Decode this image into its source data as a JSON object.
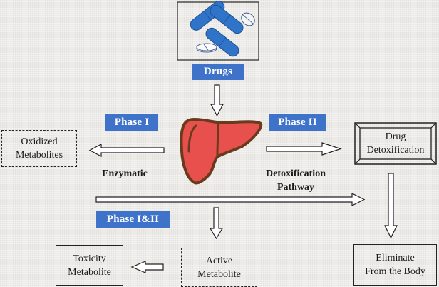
{
  "title": "Drug metabolism in the liver",
  "colors": {
    "label_bg": "#3f72c9",
    "liver_fill": "#e8504e",
    "liver_outline": "#6b3a1c",
    "pill_blue": "#2f74c9"
  },
  "nodes": {
    "drugs_image": {
      "icon": "pills-icon"
    },
    "liver": {
      "icon": "liver-icon"
    },
    "oxidized_metabolites": {
      "text": "Oxidized\nMetabolites",
      "style": "dashed"
    },
    "drug_detoxification": {
      "text": "Drug\nDetoxification",
      "style": "beveled"
    },
    "eliminate": {
      "text": "Eliminate\nFrom the Body",
      "style": "solid"
    },
    "active_metabolite": {
      "text": "Active\nMetabolite",
      "style": "dashed"
    },
    "toxicity_metabolite": {
      "text": "Toxicity\nMetabolite",
      "style": "solid"
    }
  },
  "labels": {
    "drugs": "Drugs",
    "phase1": "Phase I",
    "phase2": "Phase II",
    "phase12": "Phase I&II"
  },
  "annotations": {
    "enzymatic": "Enzymatic",
    "detox_pathway": "Detoxification\nPathway"
  },
  "edges": [
    {
      "from": "drugs",
      "to": "liver"
    },
    {
      "from": "liver",
      "to": "oxidized_metabolites",
      "label": "Phase I"
    },
    {
      "from": "liver",
      "to": "drug_detoxification",
      "label": "Phase II"
    },
    {
      "from": "pathway",
      "to": "eliminate"
    },
    {
      "from": "drug_detoxification",
      "to": "eliminate"
    },
    {
      "from": "pathway",
      "to": "active_metabolite",
      "label": "Phase I&II"
    },
    {
      "from": "active_metabolite",
      "to": "toxicity_metabolite"
    }
  ]
}
